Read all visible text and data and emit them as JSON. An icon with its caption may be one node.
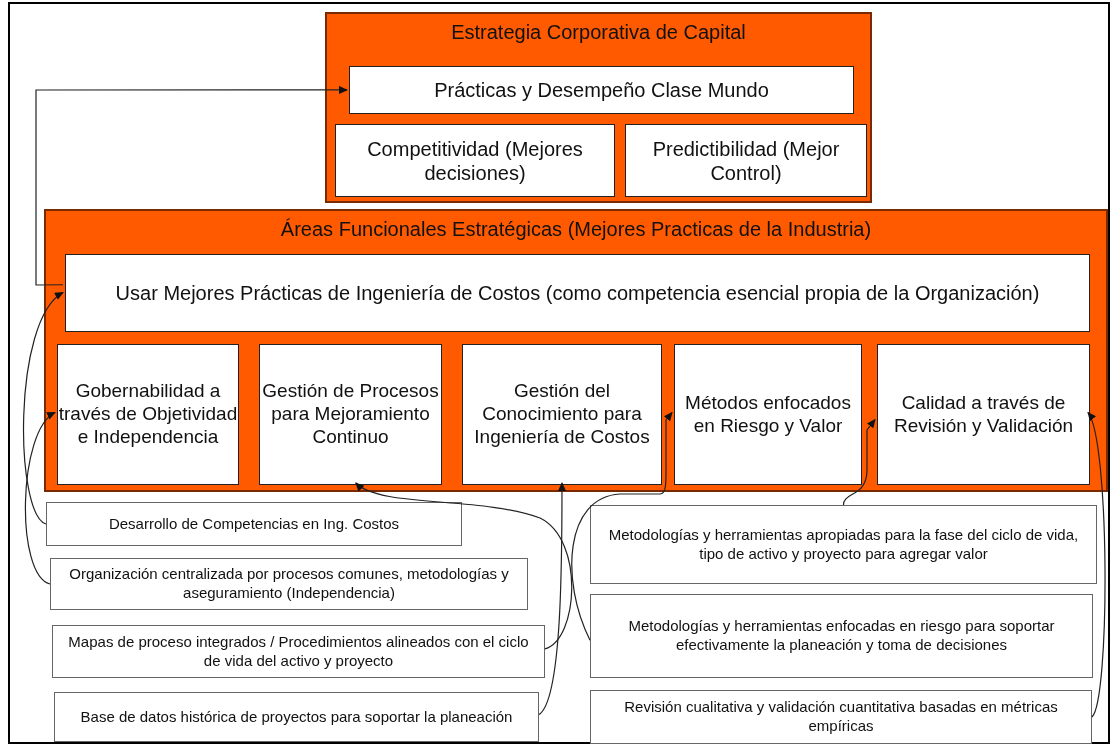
{
  "diagram": {
    "nodes": [
      {
        "text": [
          "Estrategia Corporativa de Capital"
        ]
      },
      {
        "text": [
          "Prácticas y Desempeño Clase Mundo"
        ],
        "in": 0
      },
      {
        "text": [
          "Competitividad (Mejores decisiones)"
        ],
        "in": 0
      },
      {
        "text": [
          "Predictibilidad (Mejor Control)"
        ],
        "in": 0
      },
      {
        "text": [
          "Áreas Funcionales Estratégicas (Mejores Practicas de la Industria)"
        ]
      },
      {
        "text": [
          "Usar Mejores Prácticas de Ingeniería de Costos (como competencia esencial propia de la Organización)"
        ],
        "in": 4
      },
      {
        "text": [
          "Gobernabilidad a través de Objetividad e Independencia"
        ],
        "in": 4
      },
      {
        "text": [
          "Gestión de Procesos para Mejoramiento Continuo"
        ],
        "in": 4
      },
      {
        "text": [
          "Gestión del Conocimiento para Ingeniería de Costos"
        ],
        "in": 4
      },
      {
        "text": [
          "Métodos enfocados en Riesgo y Valor"
        ],
        "in": 4
      },
      {
        "text": [
          "Calidad a través de Revisión y Validación"
        ],
        "in": 4
      },
      {
        "text": [
          "Desarrollo de Competencias en Ing. Costos"
        ]
      },
      {
        "text": [
          "Organización centralizada por procesos comunes, metodologías y aseguramiento (Independencia)"
        ]
      },
      {
        "text": [
          "Mapas de proceso integrados / Procedimientos alineados con el ciclo de vida del activo y proyecto"
        ]
      },
      {
        "text": [
          "Base de datos histórica de proyectos para soportar la planeación"
        ]
      },
      {
        "text": [
          "Metodologías y herramientas apropiadas para la fase del ciclo de vida, tipo de activo y proyecto para agregar valor"
        ]
      },
      {
        "text": [
          "Metodologías y herramientas enfocadas en riesgo para soportar efectivamente la planeación y toma de decisiones"
        ]
      },
      {
        "text": [
          "Revisión cualitativa y validación cuantitativa basadas en métricas empíricas"
        ]
      }
    ],
    "edges": [
      {
        "from": 5,
        "to": 1,
        "arrow": "to"
      },
      {
        "from": 11,
        "to": 5,
        "arrow": "to"
      },
      {
        "from": 12,
        "to": 6,
        "arrow": "to"
      },
      {
        "from": 13,
        "to": 7,
        "arrow": "to"
      },
      {
        "from": 14,
        "to": 8,
        "arrow": "to"
      },
      {
        "from": 15,
        "to": 10,
        "arrow": "to"
      },
      {
        "from": 16,
        "to": 9,
        "arrow": "to"
      },
      {
        "from": 17,
        "to": 10,
        "arrow": "to"
      }
    ]
  }
}
